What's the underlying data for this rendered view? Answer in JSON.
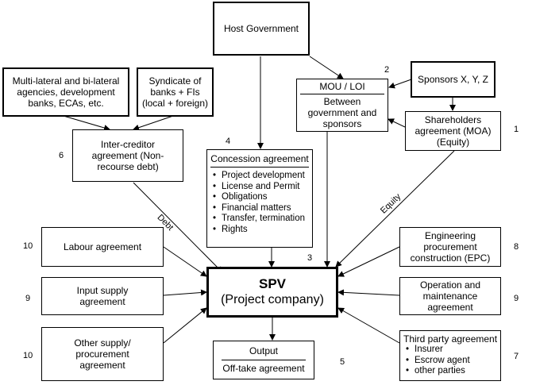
{
  "nodes": {
    "host_government": "Host Government",
    "multilateral": "Multi-lateral and bi-lateral agencies, development banks, ECAs, etc.",
    "syndicate": "Syndicate of banks + FIs (local + foreign)",
    "mou_title": "MOU / LOI",
    "mou_body": "Between government and sponsors",
    "sponsors": "Sponsors X, Y, Z",
    "shareholders": "Shareholders agreement (MOA) (Equity)",
    "intercreditor": "Inter-creditor agreement (Non-recourse debt)",
    "concession_title": "Concession agreement",
    "concession_items": [
      "Project development",
      "License and Permit",
      "Obligations",
      "Financial matters",
      "Transfer, termination",
      "Rights"
    ],
    "labour": "Labour agreement",
    "input_supply": "Input supply agreement",
    "other_supply": "Other supply/ procurement agreement",
    "spv_title": "SPV",
    "spv_subtitle": "(Project company)",
    "epc": "Engineering procurement construction (EPC)",
    "om": "Operation and maintenance agreement",
    "third_party_title": "Third party agreement",
    "third_party_items": [
      "Insurer",
      "Escrow agent",
      "other parties"
    ],
    "output_title": "Output",
    "output_body": "Off-take agreement"
  },
  "numbers": {
    "n1": "1",
    "n2": "2",
    "n3": "3",
    "n4": "4",
    "n5": "5",
    "n6": "6",
    "n7": "7",
    "n8": "8",
    "n9_left": "9",
    "n9_right": "9",
    "n10_top": "10",
    "n10_bottom": "10"
  },
  "edge_labels": {
    "debt": "Debt",
    "equity": "Equity"
  }
}
